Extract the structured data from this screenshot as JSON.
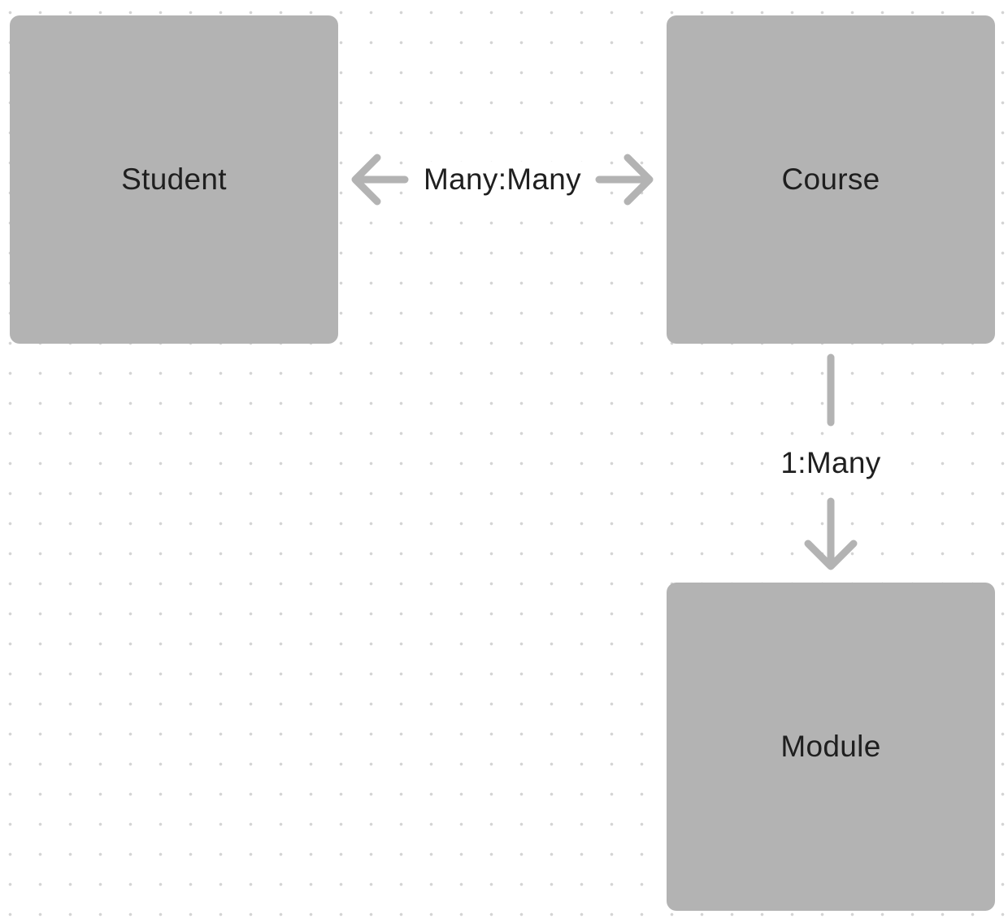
{
  "entities": {
    "student": "Student",
    "course": "Course",
    "module": "Module"
  },
  "relationships": {
    "student_course": "Many:Many",
    "course_module": "1:Many"
  },
  "colors": {
    "box_fill": "#b3b3b3",
    "connector": "#b3b3b3",
    "text": "#1f1f1f",
    "grid_dot": "#d4d4d4"
  }
}
